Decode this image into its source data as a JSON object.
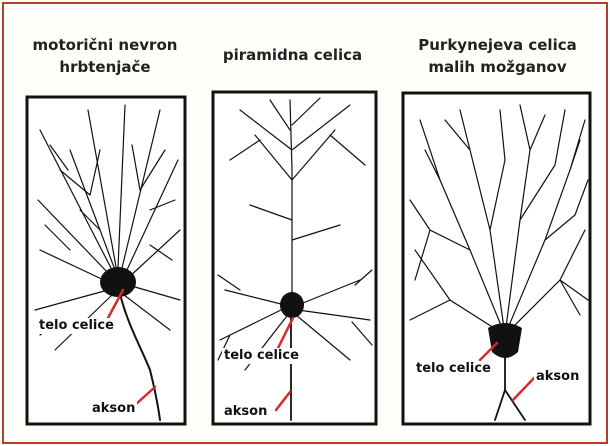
{
  "panels": [
    {
      "title_line1": "motorični nevron",
      "title_line2": "hrbtenjače",
      "body_label": "telo celice",
      "axon_label": "akson"
    },
    {
      "title_line1": "piramidna celica",
      "title_line2": "",
      "body_label": "telo celice",
      "axon_label": "akson"
    },
    {
      "title_line1": "Purkynejeva celica",
      "title_line2": "malih možganov",
      "body_label": "telo celice",
      "axon_label": "akson"
    }
  ],
  "colors": {
    "frame": "#b0402a",
    "pointer": "#d62a2a",
    "ink": "#111111"
  }
}
